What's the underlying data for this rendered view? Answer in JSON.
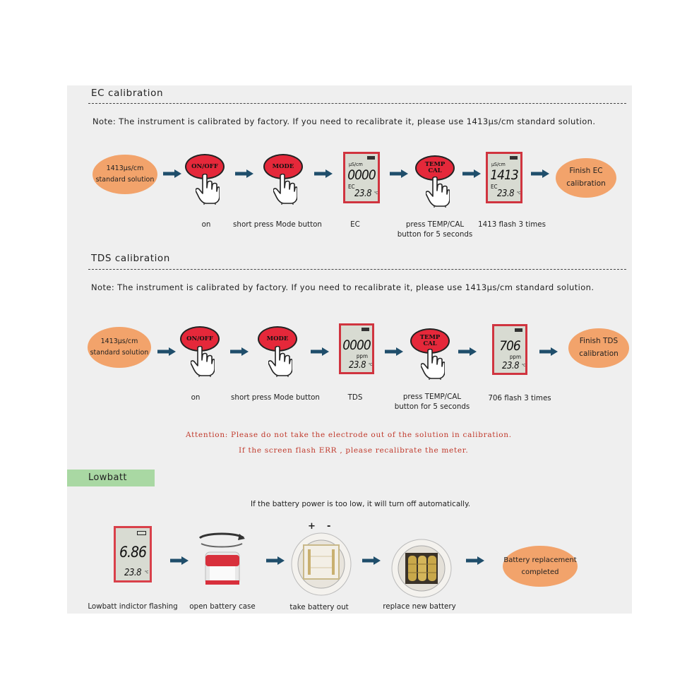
{
  "ec": {
    "title": "EC calibration",
    "note": "Note: The instrument is calibrated by factory. If you need to recalibrate it, please use 1413μs/cm standard solution.",
    "solution_line1": "1413μs/cm",
    "solution_line2": "standard solution",
    "btn_onoff": "ON/OFF",
    "btn_mode": "MODE",
    "btn_temp": "TEMP",
    "btn_cal": "CAL",
    "lcd1": {
      "unit": "μS/cm",
      "value": "0000",
      "mode": "EC",
      "temp": "23.8",
      "deg": "°C"
    },
    "lcd2": {
      "unit": "μS/cm",
      "value": "1413",
      "mode": "EC",
      "temp": "23.8",
      "deg": "°C"
    },
    "finish_line1": "Finish EC",
    "finish_line2": "calibration",
    "cap_on": "on",
    "cap_mode": "short press Mode button",
    "cap_ec": "EC",
    "cap_press1": "press TEMP/CAL",
    "cap_press2": "button for 5 seconds",
    "cap_flash": "1413 flash 3 times"
  },
  "tds": {
    "title": "TDS calibration",
    "note": "Note: The instrument is calibrated by factory. If you need to recalibrate it, please use 1413μs/cm standard solution.",
    "solution_line1": "1413μs/cm",
    "solution_line2": "standard solution",
    "btn_onoff": "ON/OFF",
    "btn_mode": "MODE",
    "btn_temp": "TEMP",
    "btn_cal": "CAL",
    "lcd1": {
      "value": "0000",
      "unit": "ppm",
      "temp": "23.8",
      "deg": "°C"
    },
    "lcd2": {
      "value": "706",
      "unit": "ppm",
      "temp": "23.8",
      "deg": "°C"
    },
    "finish_line1": "Finish TDS",
    "finish_line2": "calibration",
    "cap_on": "on",
    "cap_mode": "short press Mode button",
    "cap_tds": "TDS",
    "cap_press1": "press TEMP/CAL",
    "cap_press2": "button for 5 seconds",
    "cap_flash": "706 flash 3 times"
  },
  "attention": {
    "line1": "Attention: Please do not take the electrode out of the solution in calibration.",
    "line2": "If the screen flash ERR , please recalibrate the meter."
  },
  "lowbatt": {
    "title": "Lowbatt",
    "note": "If the battery power is too low, it will turn off automatically.",
    "lcd": {
      "value": "6.86",
      "temp": "23.8",
      "deg": "°C"
    },
    "plus": "+",
    "minus": "-",
    "done_line1": "Battery replacement",
    "done_line2": "completed",
    "cap_flashing": "Lowbatt indictor flashing",
    "cap_open": "open battery case",
    "cap_take": "take battery out",
    "cap_replace": "replace new battery"
  },
  "colors": {
    "accent_red": "#e5283a",
    "arrow": "#1f4e6b",
    "oval": "#f2a36b",
    "tab": "#a9d8a3",
    "attention": "#c0392b"
  }
}
